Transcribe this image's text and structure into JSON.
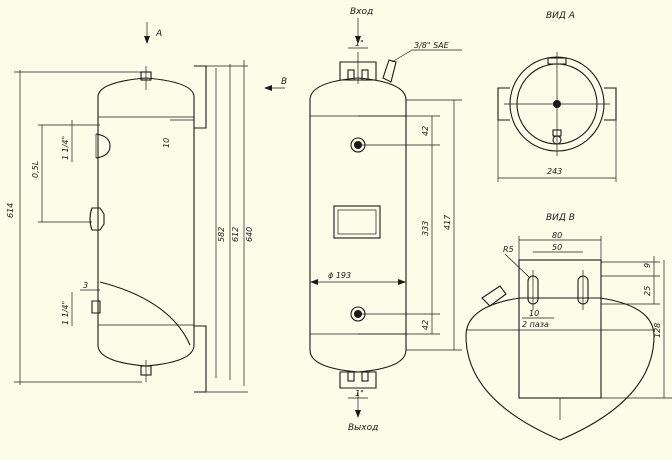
{
  "labels": {
    "inlet": "Вход",
    "outlet": "Выход",
    "view_a_arrow": "A",
    "view_b_arrow": "B",
    "view_a_title": "ВИД А",
    "view_b_title": "ВИД В",
    "sae": "3/8\" SAE",
    "pipe_top": "1\"",
    "pipe_bottom": "1\"",
    "diameter": "ϕ 193",
    "groove": "2 паза",
    "thread_upper": "1 1/4\"",
    "thread_lower": "1 1/4\""
  },
  "dims": {
    "d614": "614",
    "d0_5l": "0,5L",
    "d10_side": "10",
    "d3": "3",
    "d582": "582",
    "d612": "612",
    "d640": "640",
    "d42_top": "42",
    "d42_bot": "42",
    "d333": "333",
    "d417": "417",
    "d243": "243",
    "d80": "80",
    "d50": "50",
    "r5": "R5",
    "d9": "9",
    "d25": "25",
    "d10_b": "10",
    "d128": "128"
  }
}
